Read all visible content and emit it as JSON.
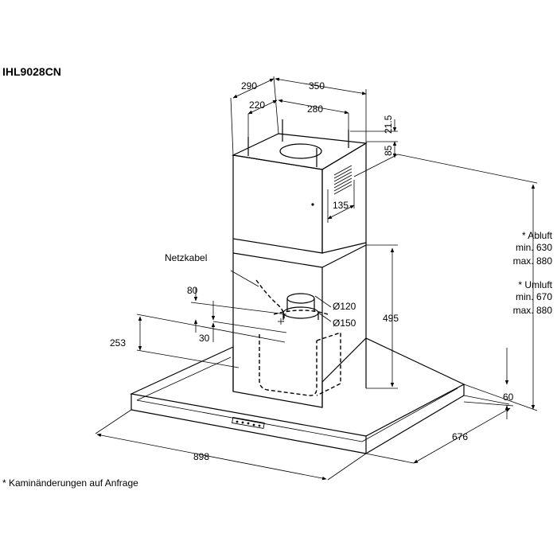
{
  "model": "IHL9028CN",
  "footnote": "* Kaminänderungen auf Anfrage",
  "labels": {
    "netzkabel": "Netzkabel",
    "abluft": "* Abluft",
    "abluft_min": "min. 630",
    "abluft_max": "max. 880",
    "umluft": "* Umluft",
    "umluft_min": "min. 670",
    "umluft_max": "max. 880"
  },
  "dimensions": {
    "d290": "290",
    "d350": "350",
    "d220": "220",
    "d280": "280",
    "d21_5": "21.5",
    "d85": "85",
    "d135": "135",
    "d495": "495",
    "d120": "Ø120",
    "d150": "Ø150",
    "d80": "80",
    "d30": "30",
    "d253": "253",
    "d60": "60",
    "d676": "676",
    "d898": "898"
  }
}
